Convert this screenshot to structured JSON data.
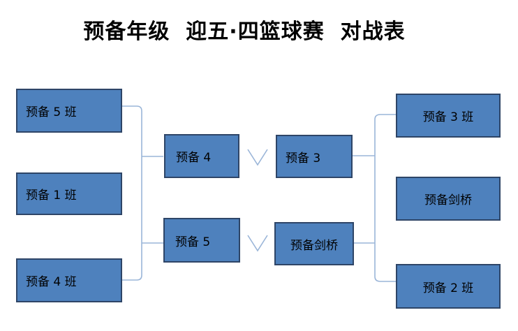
{
  "title": "预备年级  迎五·四篮球赛  对战表",
  "columns": {
    "left": [
      "预备 5 班",
      "预备 1 班",
      "预备 4 班"
    ],
    "mid_left": [
      "预备 4",
      "预备 5"
    ],
    "mid_right": [
      "预备 3",
      "预备剑桥"
    ],
    "right": [
      "预备 3 班",
      "预备剑桥",
      "预备 2 班"
    ]
  },
  "versus_symbol": "∨",
  "colors": {
    "box_fill": "#4E81BD",
    "box_border": "#2E4567",
    "connector": "#9AB5D8",
    "text": "#000000",
    "background": "#FFFFFF"
  }
}
